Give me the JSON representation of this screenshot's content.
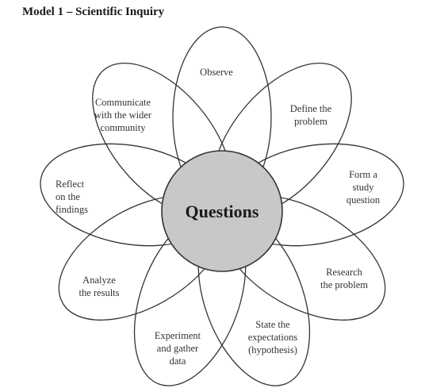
{
  "title": "Model 1 – Scientific Inquiry",
  "center": {
    "label": "Questions"
  },
  "steps": [
    {
      "id": "observe",
      "lines": [
        "Observe"
      ]
    },
    {
      "id": "define",
      "lines": [
        "Define the",
        "problem"
      ]
    },
    {
      "id": "form",
      "lines": [
        "Form a",
        "study",
        "question"
      ]
    },
    {
      "id": "research",
      "lines": [
        "Research",
        "the problem"
      ]
    },
    {
      "id": "state",
      "lines": [
        "State the",
        "expectations",
        "(hypothesis)"
      ]
    },
    {
      "id": "experiment",
      "lines": [
        "Experiment",
        "and gather",
        "data"
      ]
    },
    {
      "id": "analyze",
      "lines": [
        "Analyze",
        "the results"
      ]
    },
    {
      "id": "reflect",
      "lines": [
        "Reflect",
        "on the",
        "findings"
      ]
    },
    {
      "id": "communicate",
      "lines": [
        "Communicate",
        "with the wider",
        "community"
      ]
    }
  ]
}
